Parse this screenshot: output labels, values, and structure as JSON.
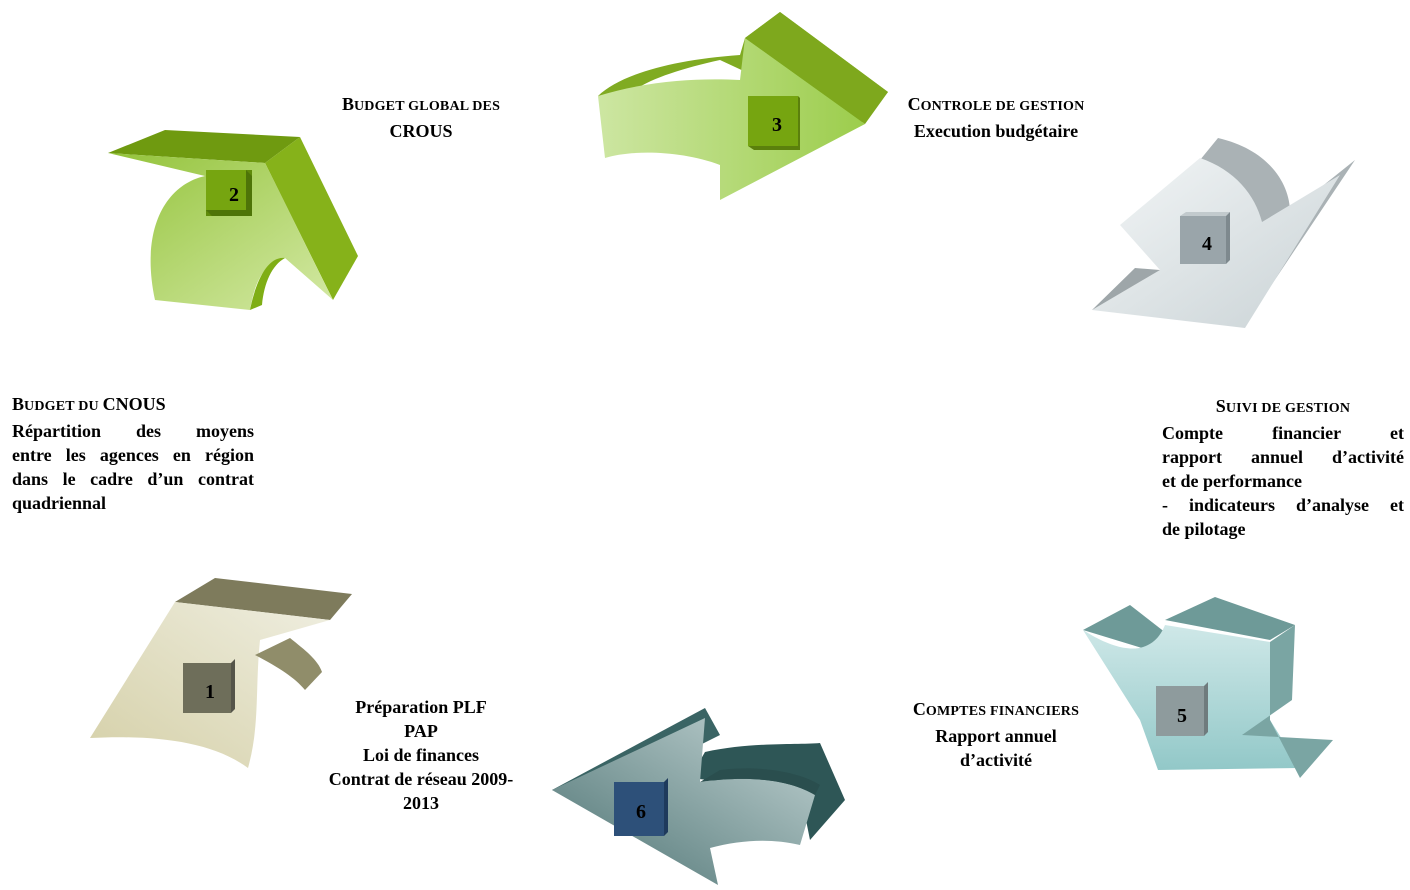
{
  "steps": [
    {
      "number": "1",
      "colors": {
        "face": "#ddd8b5",
        "dark": "#7e7b5c",
        "badge": "#6e6e5a"
      },
      "label": {
        "lines": [
          "Préparation PLF",
          "PAP",
          "Loi de finances",
          "Contrat de réseau 2009-",
          "2013"
        ]
      }
    },
    {
      "number": "2",
      "colors": {
        "face": "#a9d060",
        "dark": "#6f9a10",
        "badge": "#76a510"
      },
      "label": {
        "heading": {
          "first": "B",
          "rest": "UDGET DU ",
          "tail": "CNOUS"
        },
        "lines": [
          "Répartition des moyens",
          "entre les agences en région",
          "dans le cadre d’un contrat",
          "quadriennal"
        ]
      }
    },
    {
      "number": "3",
      "colors": {
        "face": "#b9db80",
        "dark": "#7ea81d",
        "badge": "#76a510"
      },
      "label": {
        "heading": {
          "first": "B",
          "rest": "UDGET GLOBAL DES"
        },
        "lines": [
          "CROUS"
        ]
      }
    },
    {
      "number": "4",
      "colors": {
        "face": "#dde4e6",
        "dark": "#a9b1b3",
        "badge": "#9aa5aa"
      },
      "label": {
        "heading": {
          "first": "C",
          "rest": "ONTROLE DE GESTION"
        },
        "lines": [
          "Execution budgétaire"
        ]
      }
    },
    {
      "number": "5",
      "colors": {
        "face": "#a9d6d6",
        "dark": "#6e9a98",
        "badge": "#8e9b9d"
      },
      "label": {
        "heading": {
          "first": "S",
          "rest": "UIVI DE GESTION"
        },
        "lines": [
          "Compte financier et",
          "rapport annuel d’activité",
          "et de performance",
          "- indicateurs d’analyse et",
          "de pilotage"
        ]
      }
    },
    {
      "number": "6",
      "colors": {
        "face": "#7fa0a0",
        "dark": "#2e5656",
        "badge": "#2d5079"
      },
      "label": {
        "heading": {
          "first": "C",
          "rest": "OMPTES FINANCIERS"
        },
        "lines": [
          "Rapport annuel",
          "d’activité"
        ]
      }
    }
  ]
}
